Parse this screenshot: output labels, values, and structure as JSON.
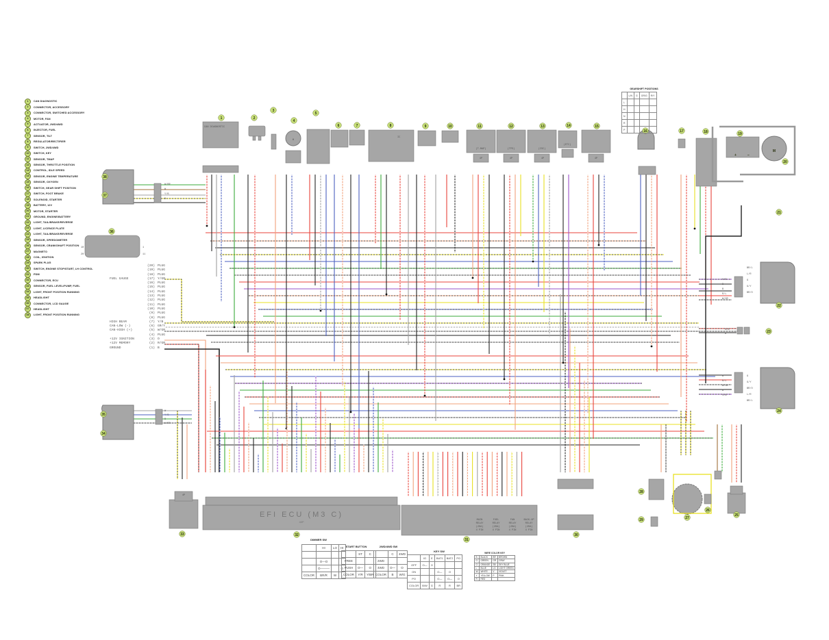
{
  "components": [
    {
      "n": "1",
      "label": "CAN DIAGNOSTIC"
    },
    {
      "n": "2",
      "label": "CONNECTOR, ACCESSORY"
    },
    {
      "n": "3",
      "label": "CONNECTOR, SWITCHED ACCESSORY"
    },
    {
      "n": "4",
      "label": "MOTOR, FAN"
    },
    {
      "n": "5",
      "label": "ACTUATOR, 2WD/4WD"
    },
    {
      "n": "6",
      "label": "INJECTOR, FUEL"
    },
    {
      "n": "7",
      "label": "SENSOR, TILT"
    },
    {
      "n": "8",
      "label": "REGULATOR/RECTIFIER"
    },
    {
      "n": "9",
      "label": "SWITCH, 2WD/4WD"
    },
    {
      "n": "10",
      "label": "SWITCH, KEY"
    },
    {
      "n": "11",
      "label": "SENSOR, TMAP"
    },
    {
      "n": "12",
      "label": "SENSOR, THROTTLE POSITION"
    },
    {
      "n": "13",
      "label": "CONTROL, IDLE SPEED"
    },
    {
      "n": "14",
      "label": "SENSOR, ENGINE TEMPERATURE"
    },
    {
      "n": "15",
      "label": "SENSOR, OXYGEN"
    },
    {
      "n": "16",
      "label": "SWITCH, GEAR SHIFT POSITION"
    },
    {
      "n": "17",
      "label": "SWITCH, FOOT BRAKE"
    },
    {
      "n": "18",
      "label": "SOLENOID, STARTER"
    },
    {
      "n": "19",
      "label": "BATTERY, 12V"
    },
    {
      "n": "20",
      "label": "MOTOR, STARTER"
    },
    {
      "n": "21",
      "label": "GROUND, ENGINE/BATTERY"
    },
    {
      "n": "22",
      "label": "LIGHT, TAIL/BRAKE/REVERSE"
    },
    {
      "n": "23",
      "label": "LIGHT, LICENCE PLATE"
    },
    {
      "n": "24",
      "label": "LIGHT, TAIL/BRAKE/REVERSE"
    },
    {
      "n": "25",
      "label": "SENSOR, SPEEDOMETER"
    },
    {
      "n": "26",
      "label": "SENSOR, CRANKSHAFT POSITION"
    },
    {
      "n": "27",
      "label": "MAGNETO"
    },
    {
      "n": "28",
      "label": "COIL, IGNITION"
    },
    {
      "n": "29",
      "label": "SPARK PLUG"
    },
    {
      "n": "30",
      "label": "SWITCH, ENGINE STOP/START, LH CONTROL"
    },
    {
      "n": "31",
      "label": "PDM"
    },
    {
      "n": "32",
      "label": "CONNECTOR, ECU"
    },
    {
      "n": "33",
      "label": "SENSOR, FUEL LEVEL/PUMP, FUEL"
    },
    {
      "n": "34",
      "label": "LIGHT, FRONT POSITION RUNNING"
    },
    {
      "n": "35",
      "label": "HEADLIGHT"
    },
    {
      "n": "36",
      "label": "CONNECTOR, LCD GAUGE"
    },
    {
      "n": "37",
      "label": "HEADLIGHT"
    },
    {
      "n": "38",
      "label": "LIGHT, FRONT POSITION RUNNING"
    }
  ],
  "header_components": {
    "c1_title": "CAN DIAGNOSTIC",
    "c11_text": "(T-MAP)",
    "c12_text": "(TPS)",
    "c13_text": "(ISC)",
    "c14_text": "(ETC)",
    "c8_ic": "IC",
    "motor_symbol": "M",
    "pin_count_4p": "4P",
    "pin_count_3p": "3P"
  },
  "lcd_connector": {
    "pin_left_top": "10",
    "pin_left_bottom": "20",
    "pin_right_top": "1",
    "pin_right_bottom": "11",
    "pins": [
      {
        "fn": "",
        "pin": "(20)",
        "val": "PLUG"
      },
      {
        "fn": "",
        "pin": "(19)",
        "val": "PLUG"
      },
      {
        "fn": "",
        "pin": "(18)",
        "val": "PLUG"
      },
      {
        "fn": "FUEL GAUGE",
        "pin": "(17)",
        "val": "Y/GR"
      },
      {
        "fn": "",
        "pin": "(16)",
        "val": "PLUG"
      },
      {
        "fn": "",
        "pin": "(15)",
        "val": "PLUG"
      },
      {
        "fn": "",
        "pin": "(14)",
        "val": "PLUG"
      },
      {
        "fn": "",
        "pin": "(13)",
        "val": "PLUG"
      },
      {
        "fn": "",
        "pin": "(12)",
        "val": "PLUG"
      },
      {
        "fn": "",
        "pin": "(11)",
        "val": "PLUG"
      },
      {
        "fn": "",
        "pin": "(10)",
        "val": "PLUG"
      },
      {
        "fn": "",
        "pin": "(9)",
        "val": "PLUG"
      },
      {
        "fn": "",
        "pin": "(8)",
        "val": "PLUG"
      },
      {
        "fn": "HIGH BEAM",
        "pin": "(7)",
        "val": "Y/B"
      },
      {
        "fn": "CAN-LOW (-)",
        "pin": "(6)",
        "val": "GR/Y"
      },
      {
        "fn": "CAN-HIGH (+)",
        "pin": "(5)",
        "val": "W/GR"
      },
      {
        "fn": "",
        "pin": "(4)",
        "val": "PLUG"
      },
      {
        "fn": "+12V IGNITION",
        "pin": "(3)",
        "val": "O"
      },
      {
        "fn": "+12V MEMORY",
        "pin": "(2)",
        "val": "R/GR"
      },
      {
        "fn": "GROUND",
        "pin": "(1)",
        "val": "B"
      }
    ]
  },
  "ecu": {
    "title": "EFI ECU (M3 C)",
    "subtitle": "48P"
  },
  "pdm": {
    "relays": [
      {
        "l1": "MAIN",
        "l2": "RELAY",
        "l3": "(20A)",
        "l4": "4 PIN"
      },
      {
        "l1": "FUEL",
        "l2": "RELAY",
        "l3": "(20A)",
        "l4": "4 PIN"
      },
      {
        "l1": "FAN",
        "l2": "RELAY",
        "l3": "(20A)",
        "l4": "4 PIN"
      },
      {
        "l1": "BACK-UP",
        "l2": "RELAY",
        "l3": "(20A)",
        "l4": "4 PIN"
      }
    ]
  },
  "gearshift": {
    "title": "GEARSHIFT POSITIONS",
    "headers": [
      "",
      "L/N",
      "G",
      "GR/G",
      "R/Y"
    ],
    "rows": [
      "L",
      "H",
      "N",
      "R",
      "P"
    ]
  },
  "dimmer": {
    "title": "DIMMER SW",
    "headers": [
      "",
      "HI",
      "LO",
      "HI"
    ],
    "rows": [
      [
        "",
        "",
        "",
        ""
      ],
      [
        "",
        "O—O",
        "",
        ""
      ],
      [
        "",
        "O———",
        "",
        "O"
      ]
    ],
    "color_row": [
      "COLOR",
      "BR/R",
      "W",
      "L"
    ]
  },
  "start_button": {
    "title": "START BUTTON",
    "headers": [
      "",
      "ST",
      "C"
    ],
    "rows": [
      [
        "FREE",
        "",
        ""
      ],
      [
        "PUSH",
        "O—",
        "O"
      ]
    ],
    "color_row": [
      "COLOR",
      "Y/R",
      "Y/BR"
    ]
  },
  "twowd_sw": {
    "title": "2WD/4WD SW",
    "headers": [
      "",
      "C",
      "4WD"
    ],
    "rows": [
      [
        "2WD",
        "",
        ""
      ],
      [
        "4WD",
        "O—",
        "O"
      ]
    ],
    "color_row": [
      "COLOR",
      "B",
      "W/G"
    ]
  },
  "key_sw": {
    "title": "KEY SW",
    "headers": [
      "",
      "IG",
      "E",
      "BAT1",
      "BAT2",
      "PO"
    ],
    "rows": [
      [
        "OFF",
        "O—",
        "O",
        "",
        "",
        ""
      ],
      [
        "ON",
        "",
        "",
        "O—",
        "O",
        ""
      ],
      [
        "PO",
        "",
        "",
        "O—",
        "O—",
        "O"
      ]
    ],
    "color_row": [
      "COLOR",
      "B/W",
      "G",
      "R",
      "R",
      "BR"
    ]
  },
  "wire_color_key": {
    "title": "WIRE COLOR KEY",
    "rows": [
      [
        "B",
        "BLACK",
        "BR",
        "BROWN"
      ],
      [
        "G",
        "GREEN",
        "GR",
        "GRAY"
      ],
      [
        "O",
        "ORANGE",
        "SB",
        "SKY BLUE"
      ],
      [
        "L",
        "BLUE",
        "LG",
        "LIGHT GREEN"
      ],
      [
        "W",
        "WHITE",
        "V",
        "VIOLET"
      ],
      [
        "Y",
        "YELLOW",
        "P",
        "PINK"
      ],
      [
        "R",
        "RED",
        "",
        ""
      ]
    ]
  },
  "colors": {
    "component_fill": "#a6a6a6",
    "component_stroke": "#7a7a7a",
    "badge_fill": "#c8e07a",
    "wire_red": "#e8423a",
    "wire_orange": "#f0a07a",
    "wire_black": "#222222",
    "wire_blue": "#4a5fc0",
    "wire_green": "#3aaa3a",
    "wire_yellow": "#e8e020",
    "wire_gray": "#a0a0a0",
    "wire_violet": "#9a50c8",
    "wire_brown": "#a0703a"
  },
  "wire_labels": {
    "c22": [
      "BR/L",
      "L/R",
      "G",
      "G/Y",
      "BR/O"
    ],
    "c22_in": [
      "V/B",
      "B",
      "B",
      "R/L",
      "W/GR"
    ],
    "c23": [
      "S/B",
      "B"
    ],
    "c24": [
      "G",
      "G/Y",
      "BR/O",
      "L/R",
      "BR/L"
    ],
    "c24_in": [
      "B",
      "R/L",
      "W/GR",
      "B",
      "V/B"
    ],
    "c37": [
      "G",
      "BR",
      "W",
      "Y/B",
      "G"
    ],
    "c37_in": [
      "W/BR",
      "W",
      "Y/B",
      "B"
    ],
    "c35": [
      "W",
      "L",
      "G",
      "G",
      "BR"
    ],
    "c35_in": [
      "W",
      "Y/B",
      "B",
      "W/BR"
    ]
  }
}
